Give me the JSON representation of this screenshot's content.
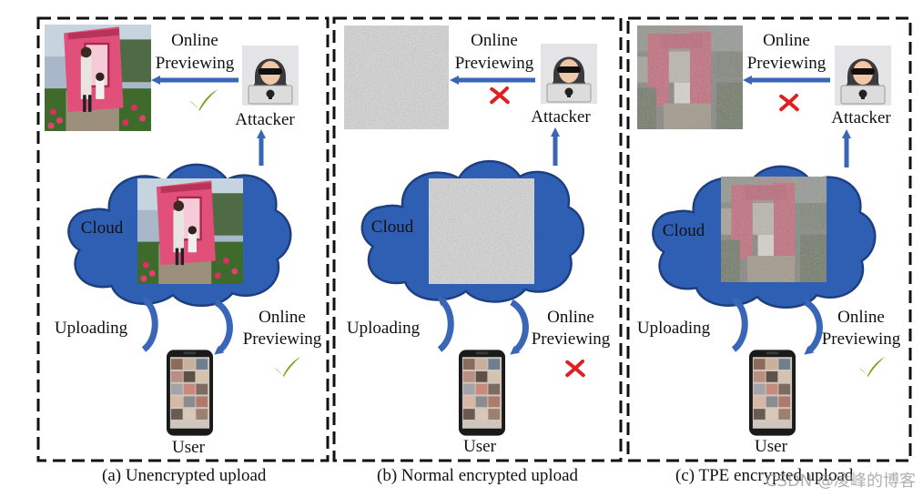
{
  "labels": {
    "online_previewing_line1": "Online",
    "online_previewing_line2": "Previewing",
    "attacker": "Attacker",
    "cloud": "Cloud",
    "uploading": "Uploading",
    "user": "User"
  },
  "panels": [
    {
      "id": "a",
      "caption": "(a) Unencrypted upload",
      "attacker_result": "check",
      "user_result": "check",
      "image_style": "plain"
    },
    {
      "id": "b",
      "caption": "(b) Normal encrypted upload",
      "attacker_result": "cross",
      "user_result": "cross",
      "image_style": "noise"
    },
    {
      "id": "c",
      "caption": "(c) TPE encrypted upload",
      "attacker_result": "cross",
      "user_result": "check",
      "image_style": "blocky"
    }
  ],
  "watermark": "CSDN @凌峰的博客",
  "colors": {
    "arrow": "#3a66b8",
    "cloud_fill": "#2f5fb3",
    "cloud_stroke": "#1d3f80",
    "check": "#72a820",
    "cross": "#e02020",
    "border": "#111111"
  }
}
